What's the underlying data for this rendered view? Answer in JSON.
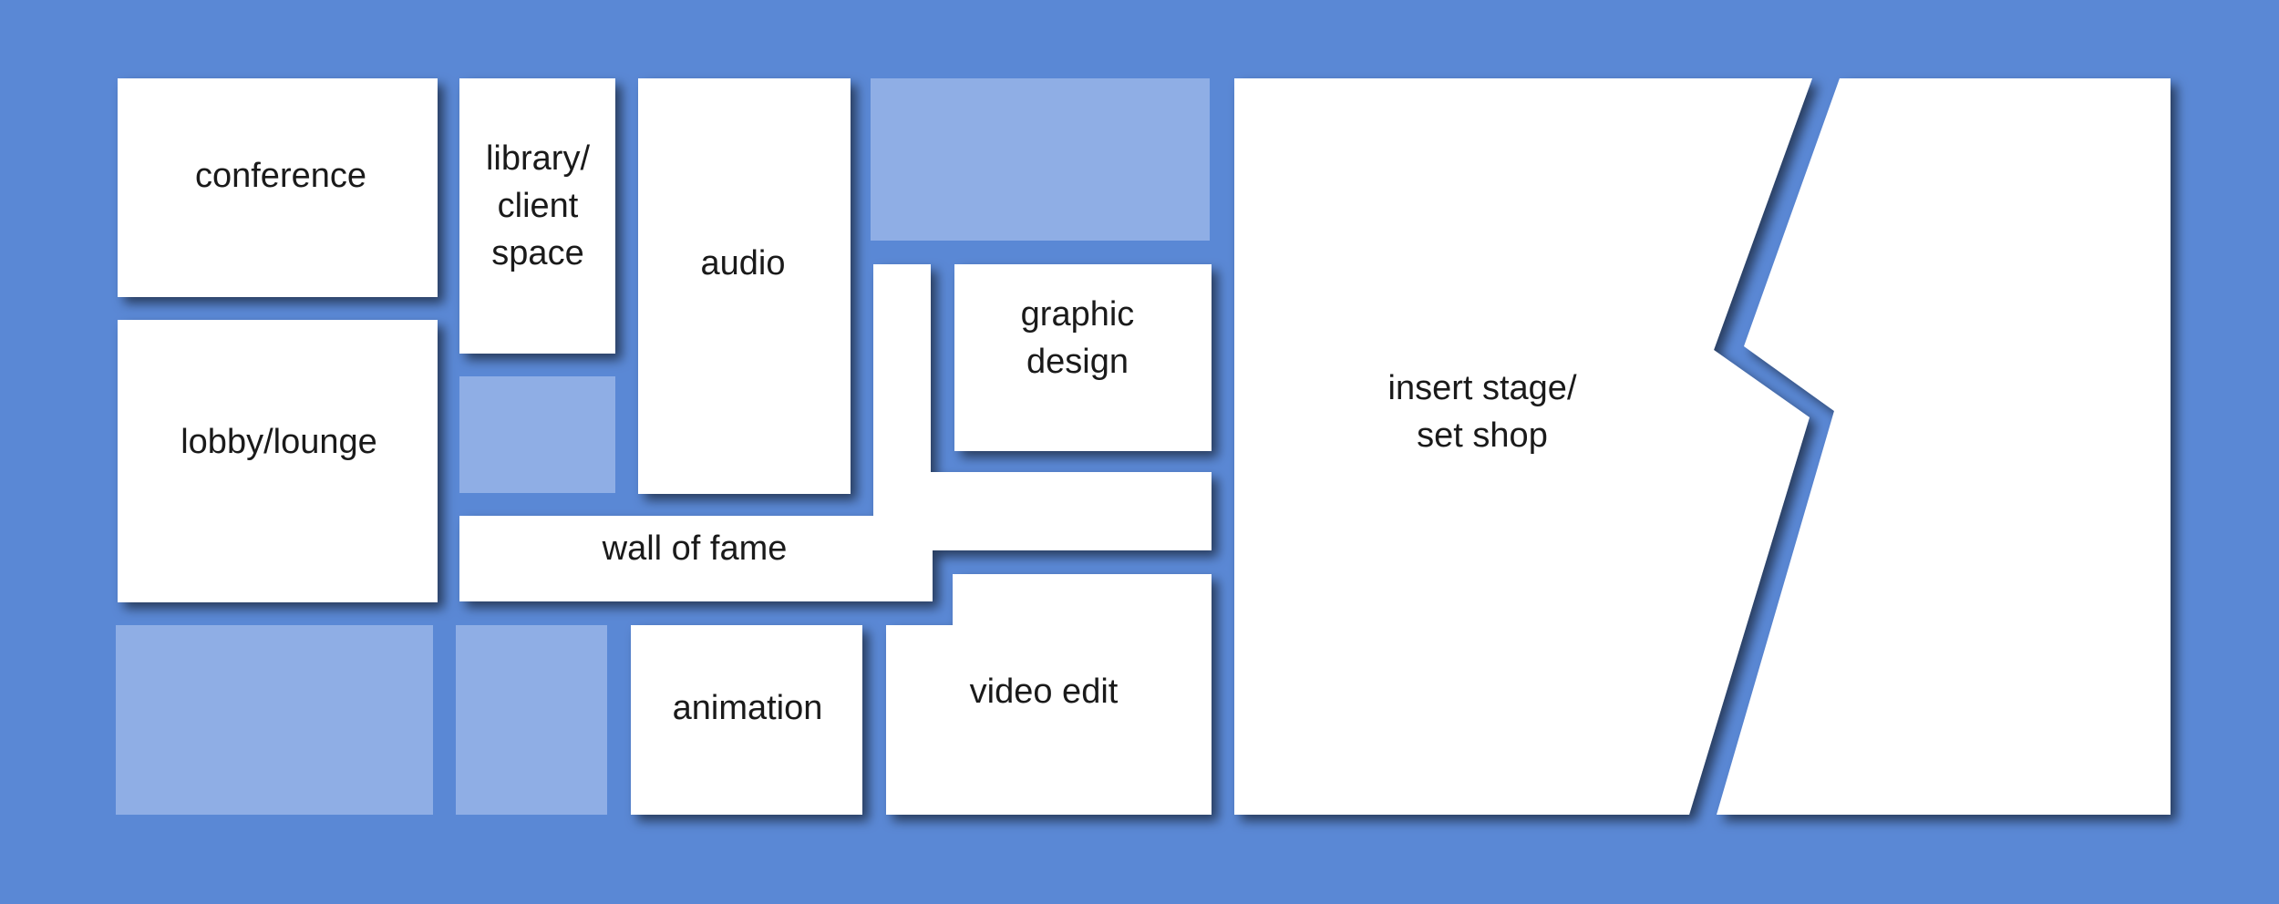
{
  "colors": {
    "background": "#5a88d5",
    "room": "#ffffff",
    "empty_space": "#8faee5",
    "label": "#1a1a1a"
  },
  "rooms": {
    "conference": {
      "lines": [
        "conference"
      ]
    },
    "library": {
      "lines": [
        "library/",
        "client",
        "space"
      ]
    },
    "audio": {
      "lines": [
        "audio"
      ]
    },
    "lobby": {
      "lines": [
        "lobby/lounge"
      ]
    },
    "graphic_design": {
      "lines": [
        "graphic",
        "design"
      ]
    },
    "wall_of_fame": {
      "lines": [
        "wall of fame"
      ]
    },
    "animation": {
      "lines": [
        "animation"
      ]
    },
    "video_edit": {
      "lines": [
        "video edit"
      ]
    },
    "stage": {
      "lines": [
        "insert stage/",
        "set shop"
      ]
    }
  }
}
